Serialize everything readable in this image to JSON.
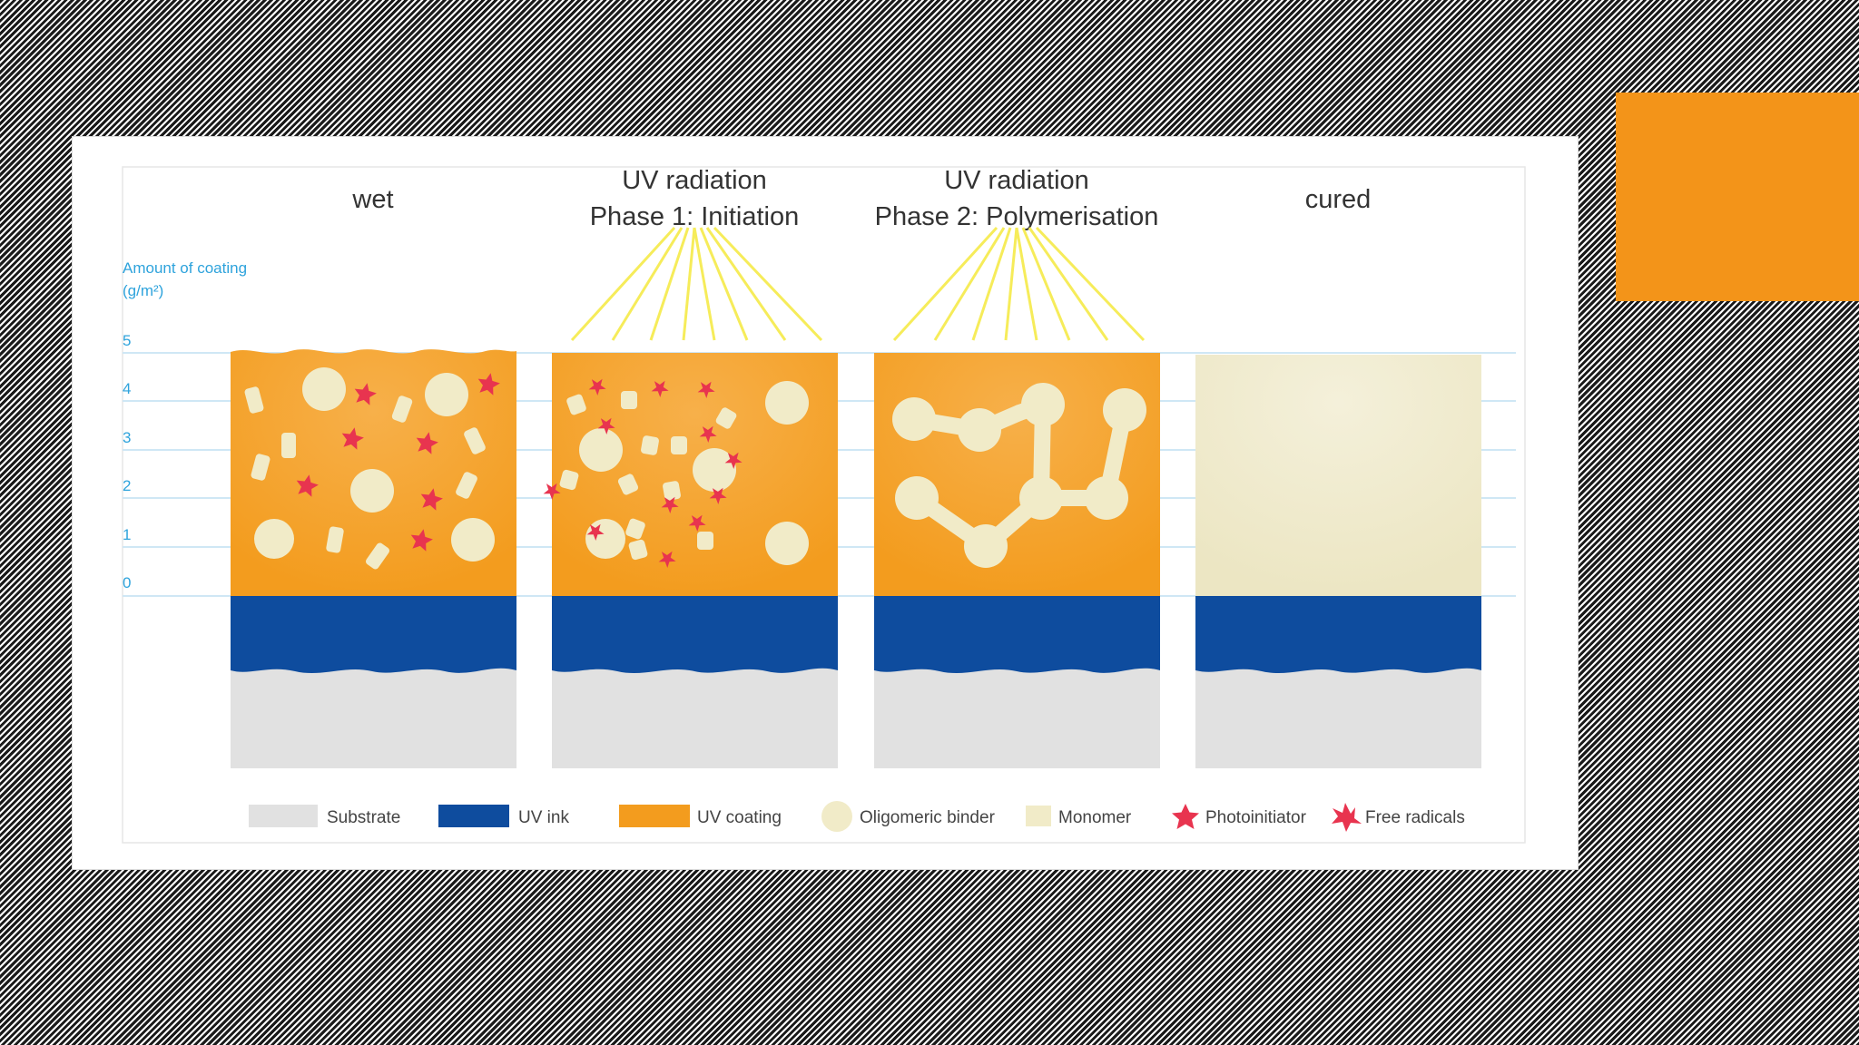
{
  "panels": [
    {
      "id": "wet",
      "title_line1": "",
      "title_line2": "wet"
    },
    {
      "id": "initiation",
      "title_line1": "UV radiation",
      "title_line2": "Phase 1: Initiation"
    },
    {
      "id": "polymerisation",
      "title_line1": "UV radiation",
      "title_line2": "Phase 2: Polymerisation"
    },
    {
      "id": "cured",
      "title_line1": "",
      "title_line2": "cured"
    }
  ],
  "axis": {
    "title_line1": "Amount of coating",
    "title_line2": "(g/m²)",
    "ticks": [
      "5",
      "4",
      "3",
      "2",
      "1",
      "0"
    ]
  },
  "legend": [
    {
      "label": "Substrate",
      "color": "#e1e1e1",
      "icon": "swatch"
    },
    {
      "label": "UV ink",
      "color": "#0e4c9e",
      "icon": "swatch"
    },
    {
      "label": "UV coating",
      "color": "#f39c1e",
      "icon": "swatch"
    },
    {
      "label": "Oligomeric binder",
      "color": "#f1ebc8",
      "icon": "circle"
    },
    {
      "label": "Monomer",
      "color": "#f1ebc8",
      "icon": "swatch"
    },
    {
      "label": "Photoinitiator",
      "color": "#e8344f",
      "icon": "star"
    },
    {
      "label": "Free radicals",
      "color": "#e8344f",
      "icon": "burst"
    }
  ],
  "colors": {
    "coating": "#f39c1e",
    "ink": "#0e4c9e",
    "substrate": "#e1e1e1",
    "binder": "#f1ebc8",
    "photoinitiator": "#e8344f",
    "uv_rays": "#f6ec5a",
    "gridline": "#cfe7f5",
    "orange_accent": "#f39419"
  }
}
